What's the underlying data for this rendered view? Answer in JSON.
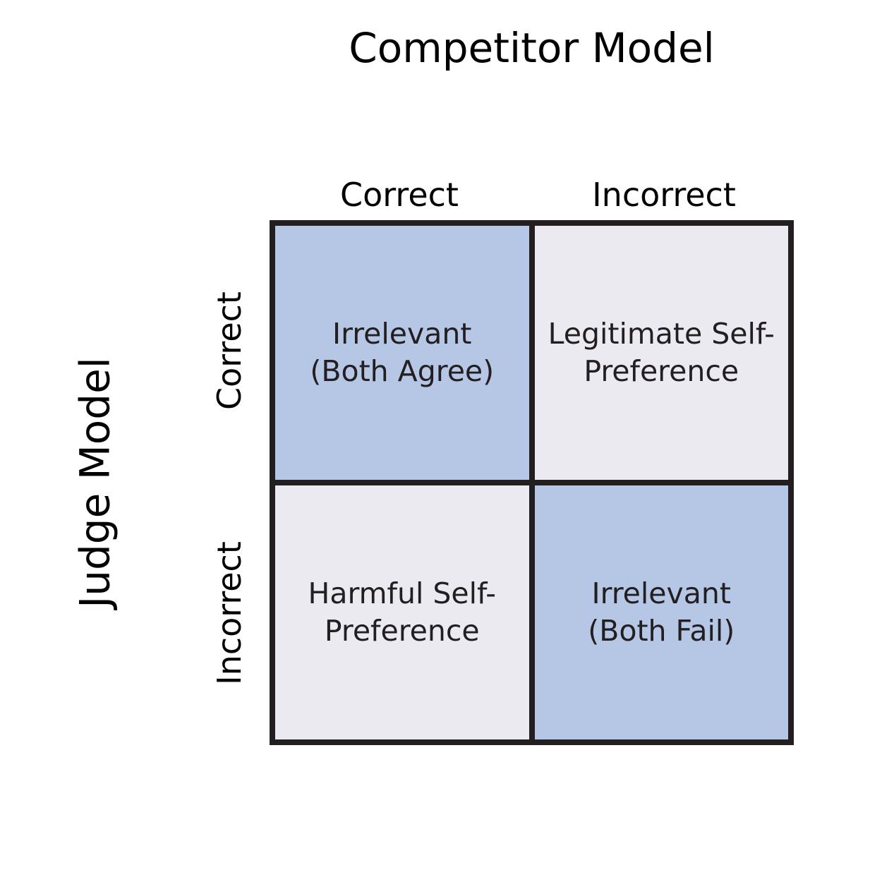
{
  "diagram": {
    "type": "2x2-matrix",
    "column_axis_title": "Competitor Model",
    "row_axis_title": "Judge Model",
    "column_headers": [
      "Correct",
      "Incorrect"
    ],
    "row_headers": [
      "Correct",
      "Incorrect"
    ],
    "colors": {
      "highlight": "#b5c7e4",
      "neutral": "#eaeaf0",
      "border": "#231f20",
      "text": "#231f20",
      "title_text": "#000000",
      "background": "#ffffff"
    },
    "cells": [
      {
        "row": "Correct",
        "column": "Correct",
        "label": "Irrelevant\n(Both Agree)",
        "fill": "highlight"
      },
      {
        "row": "Correct",
        "column": "Incorrect",
        "label": "Legitimate Self-\nPreference",
        "fill": "neutral"
      },
      {
        "row": "Incorrect",
        "column": "Correct",
        "label": "Harmful Self-\nPreference",
        "fill": "neutral"
      },
      {
        "row": "Incorrect",
        "column": "Incorrect",
        "label": "Irrelevant\n(Both Fail)",
        "fill": "highlight"
      }
    ]
  }
}
